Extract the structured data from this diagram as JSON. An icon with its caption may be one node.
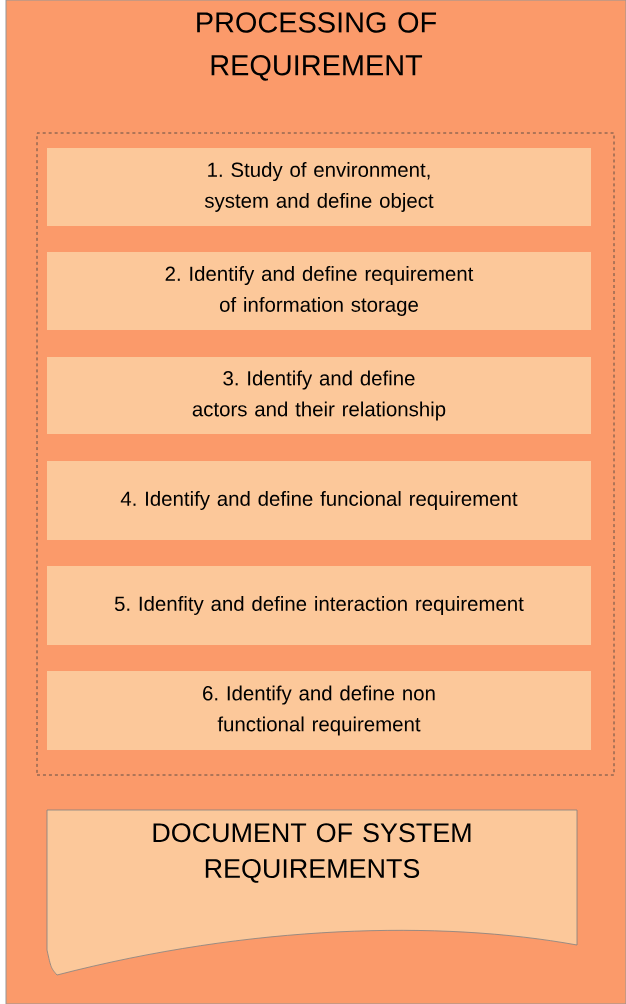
{
  "diagram": {
    "nodes": [
      {
        "text": [
          "PROCESSING OF REQUIREMENT"
        ]
      },
      {
        "text": [],
        "shape": "box",
        "in": 0
      },
      {
        "text": [
          "1. Study of environment, system and define object"
        ],
        "in": 1
      },
      {
        "text": [
          "2. Identify and define requirement of information storage"
        ],
        "in": 1
      },
      {
        "text": [
          "3. Identify and define actors and their relationship"
        ],
        "in": 1
      },
      {
        "text": [
          "4. Identify and define funcional requirement"
        ],
        "in": 1
      },
      {
        "text": [
          "5. Idenfity and define interaction requirement"
        ],
        "in": 1
      },
      {
        "text": [
          "6. Identify and define non functional requirement"
        ],
        "in": 1
      },
      {
        "text": [
          "DOCUMENT OF SYSTEM REQUIREMENTS"
        ],
        "in": 0
      }
    ]
  }
}
